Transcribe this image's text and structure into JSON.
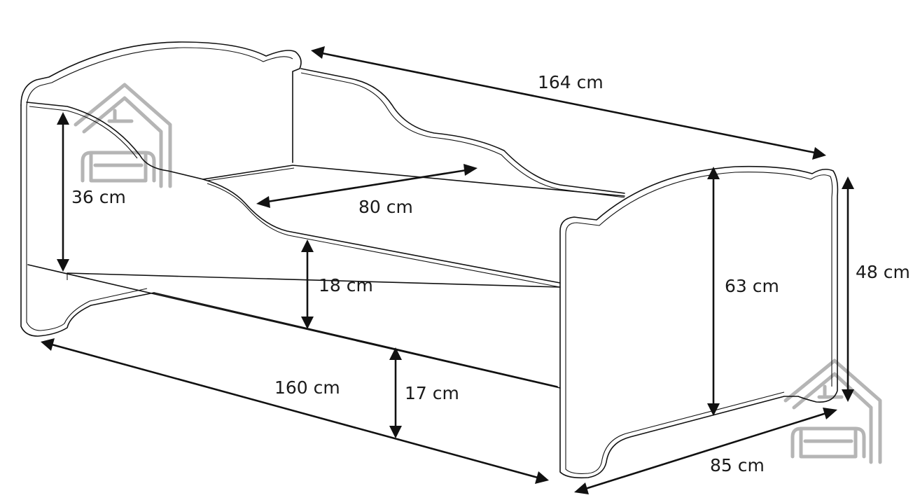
{
  "dimensions": {
    "total_length": "164 cm",
    "inner_width": "80 cm",
    "headboard_height": "63 cm",
    "footboard_height": "48 cm",
    "side_height": "36 cm",
    "mattress_guard_height": "18 cm",
    "drawer_height": "17 cm",
    "inner_length": "160 cm",
    "total_width": "85 cm"
  },
  "watermark_icon": "house-sofa-logo",
  "colors": {
    "line": "#111111",
    "watermark": "#b5b5b5",
    "background": "#ffffff"
  }
}
